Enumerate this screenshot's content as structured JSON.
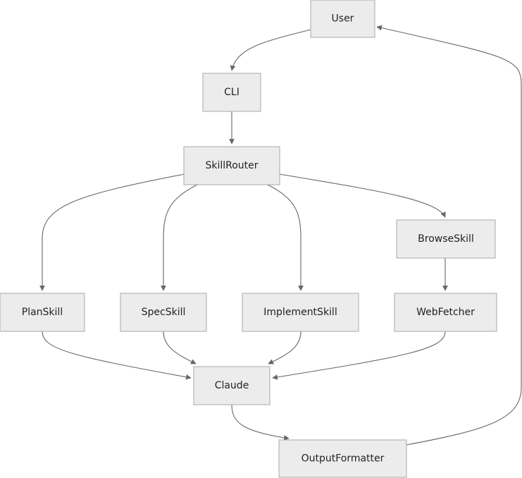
{
  "diagram": {
    "nodes": {
      "user": "User",
      "cli": "CLI",
      "skillrouter": "SkillRouter",
      "browseskill": "BrowseSkill",
      "planskill": "PlanSkill",
      "specskill": "SpecSkill",
      "implementskill": "ImplementSkill",
      "webfetcher": "WebFetcher",
      "claude": "Claude",
      "outputformatter": "OutputFormatter"
    },
    "edges": [
      {
        "from": "User",
        "to": "CLI"
      },
      {
        "from": "CLI",
        "to": "SkillRouter"
      },
      {
        "from": "SkillRouter",
        "to": "PlanSkill"
      },
      {
        "from": "SkillRouter",
        "to": "SpecSkill"
      },
      {
        "from": "SkillRouter",
        "to": "ImplementSkill"
      },
      {
        "from": "SkillRouter",
        "to": "BrowseSkill"
      },
      {
        "from": "BrowseSkill",
        "to": "WebFetcher"
      },
      {
        "from": "PlanSkill",
        "to": "Claude"
      },
      {
        "from": "SpecSkill",
        "to": "Claude"
      },
      {
        "from": "ImplementSkill",
        "to": "Claude"
      },
      {
        "from": "WebFetcher",
        "to": "Claude"
      },
      {
        "from": "Claude",
        "to": "OutputFormatter"
      },
      {
        "from": "OutputFormatter",
        "to": "User"
      }
    ],
    "colors": {
      "node_fill": "#ececec",
      "node_stroke": "#a8a8a8",
      "edge": "#666666",
      "text": "#222222"
    }
  }
}
